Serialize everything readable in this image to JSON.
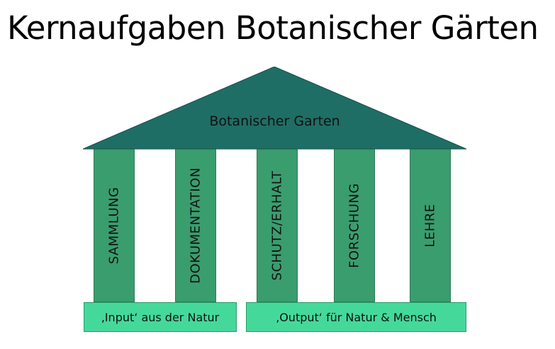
{
  "title": "Kernaufgaben Botanischer Gärten",
  "roof": {
    "label": "Botanischer Garten",
    "color": "#1f6e66"
  },
  "pillars": [
    {
      "label": "SAMMLUNG"
    },
    {
      "label": "DOKUMENTATION"
    },
    {
      "label": "SCHUTZ/ERHALT"
    },
    {
      "label": "FORSCHUNG"
    },
    {
      "label": "LEHRE"
    }
  ],
  "bases": [
    {
      "label": "‚Input‘ aus der Natur"
    },
    {
      "label": "‚Output‘ für Natur & Mensch"
    }
  ],
  "colors": {
    "pillar": "#3a9d6e",
    "base": "#44d99a",
    "roof": "#1f6e66"
  }
}
